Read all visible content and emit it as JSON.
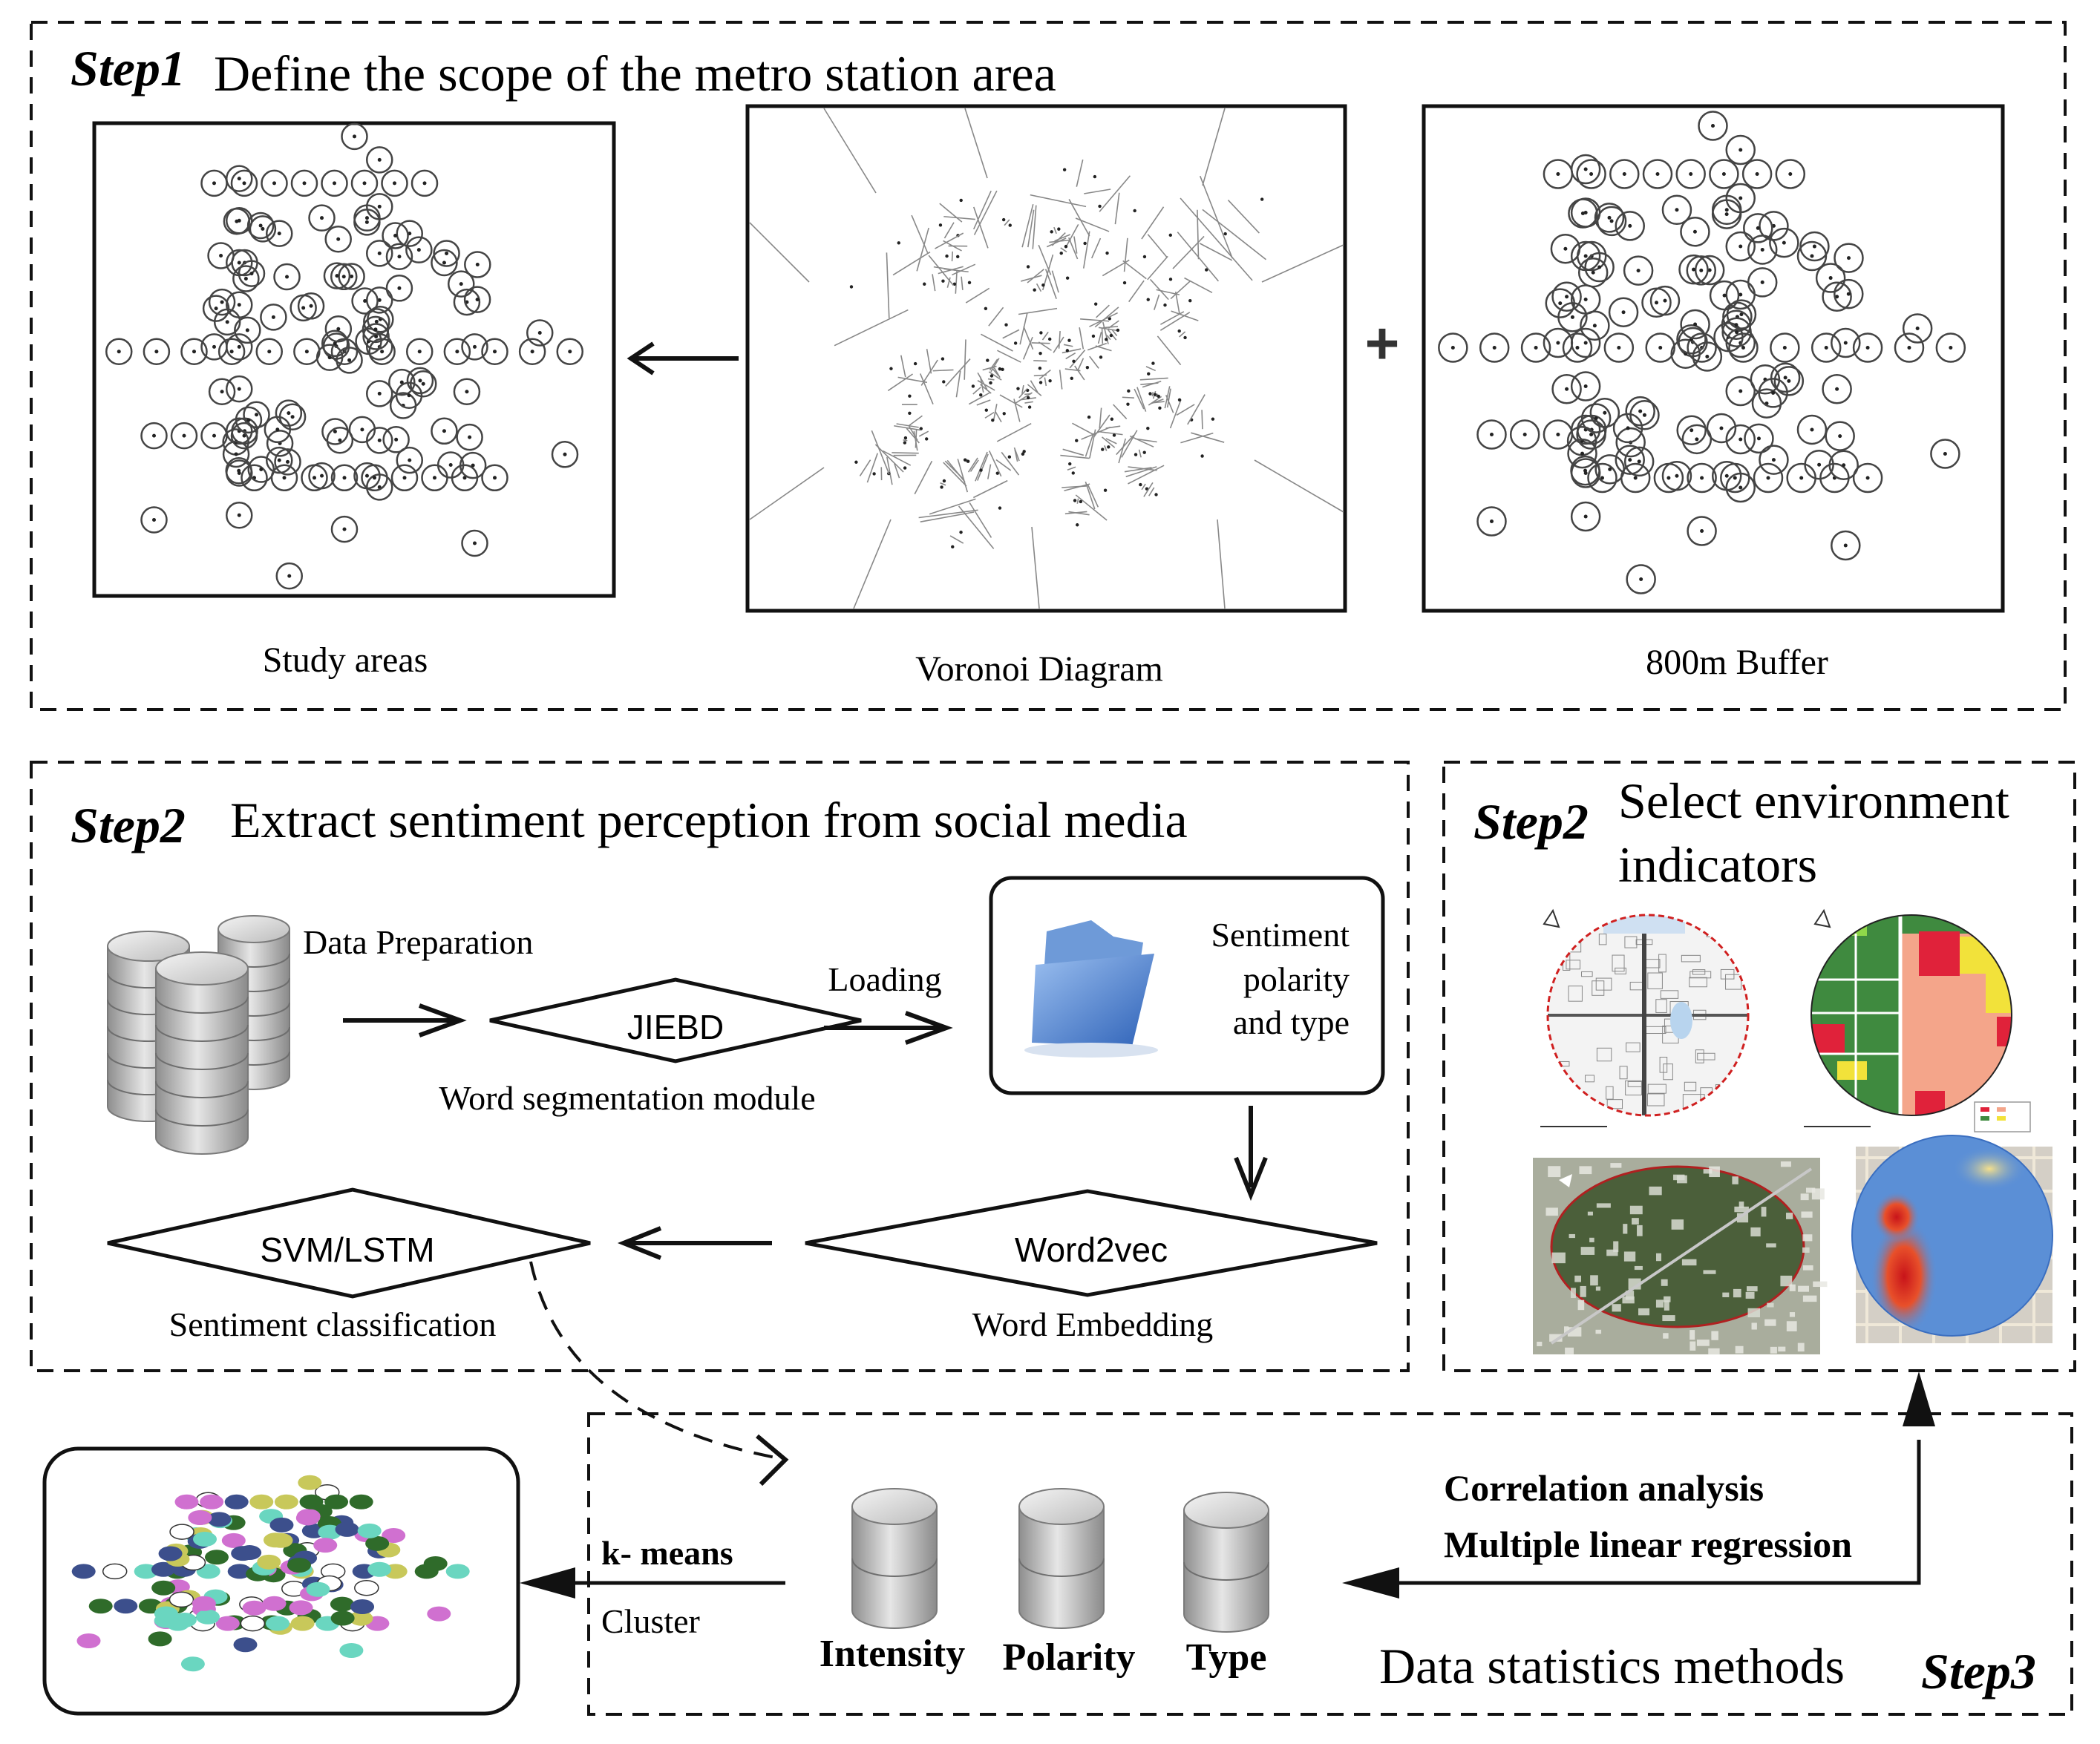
{
  "step1": {
    "step_label": "Step1",
    "title": "Define the scope of the metro station area",
    "panels": {
      "study": "Study areas",
      "voronoi": "Voronoi Diagram",
      "buffer": "800m Buffer"
    },
    "plus": "+"
  },
  "step2a": {
    "step_label": "Step2",
    "title": "Extract sentiment perception from social media",
    "data_prep": "Data Preparation",
    "jiebd": "JIEBD",
    "word_seg": "Word segmentation module",
    "loading": "Loading",
    "sentiment_box": [
      "Sentiment",
      "polarity",
      "and type"
    ],
    "word2vec": "Word2vec",
    "word_embedding": "Word Embedding",
    "svm": "SVM/LSTM",
    "sentiment_classification": "Sentiment classification"
  },
  "step2b": {
    "step_label": "Step2",
    "title_line1": "Select environment",
    "title_line2": "indicators"
  },
  "step3": {
    "methods": [
      "Correlation analysis",
      "Multiple linear regression"
    ],
    "kmeans": "k- means",
    "cluster": "Cluster",
    "db_labels": [
      "Intensity",
      "Polarity",
      "Type"
    ],
    "footer": "Data statistics methods",
    "step_label": "Step3"
  },
  "colors": {
    "line": "#111111",
    "db_gray": "#b8b8b8",
    "folder_blue": "#4a7fd0",
    "landuse_green": "#3f8a3f",
    "landuse_salmon": "#f4a58a",
    "landuse_red": "#e0223a",
    "landuse_yellow": "#f2e23a",
    "heat_blue": "#5b8fd6",
    "heat_red": "#e0302a",
    "satellite": "#8a9480"
  }
}
